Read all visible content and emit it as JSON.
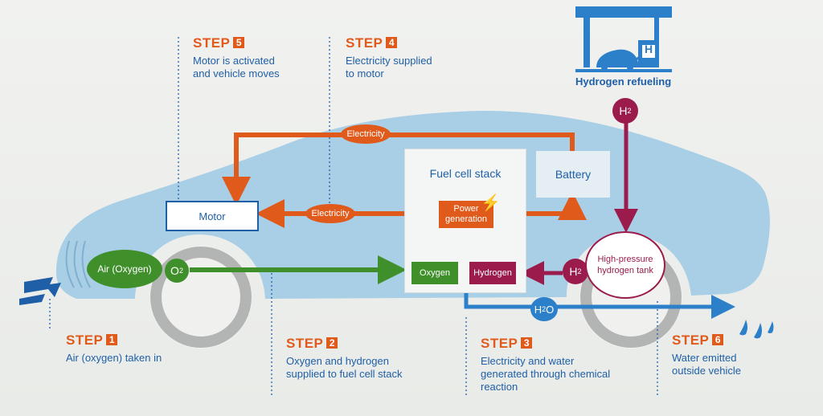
{
  "steps": [
    {
      "label": "STEP",
      "num": "1",
      "text": [
        "Air (oxygen) taken in"
      ]
    },
    {
      "label": "STEP",
      "num": "2",
      "text": [
        "Oxygen and hydrogen",
        "supplied to fuel cell stack"
      ]
    },
    {
      "label": "STEP",
      "num": "3",
      "text": [
        "Electricity and water",
        "generated through chemical",
        "reaction"
      ]
    },
    {
      "label": "STEP",
      "num": "4",
      "text": [
        "Electricity supplied",
        "to motor"
      ]
    },
    {
      "label": "STEP",
      "num": "5",
      "text": [
        "Motor is activated",
        "and vehicle moves"
      ]
    },
    {
      "label": "STEP",
      "num": "6",
      "text": [
        "Water emitted",
        "outside vehicle"
      ]
    }
  ],
  "components": {
    "motor": "Motor",
    "battery": "Battery",
    "fuel_cell_stack": "Fuel cell stack",
    "power_generation": [
      "Power",
      "generation"
    ],
    "oxygen": "Oxygen",
    "hydrogen": "Hydrogen",
    "tank": [
      "High-pressure",
      "hydrogen tank"
    ],
    "air": "Air (Oxygen)",
    "o2": "O",
    "o2_sub": "2",
    "h2": "H",
    "h2_sub": "2",
    "h2o_a": "H",
    "h2o_sub": "2",
    "h2o_b": "O",
    "electricity": "Electricity",
    "refueling": "Hydrogen refueling",
    "station_sign": "H"
  },
  "colors": {
    "orange": "#e05a1c",
    "blue": "#1f5fa7",
    "green": "#3f8f2a",
    "maroon": "#9b1c4c",
    "car_body": "#a9cfe6",
    "water_arrow": "#2c7fc9"
  }
}
